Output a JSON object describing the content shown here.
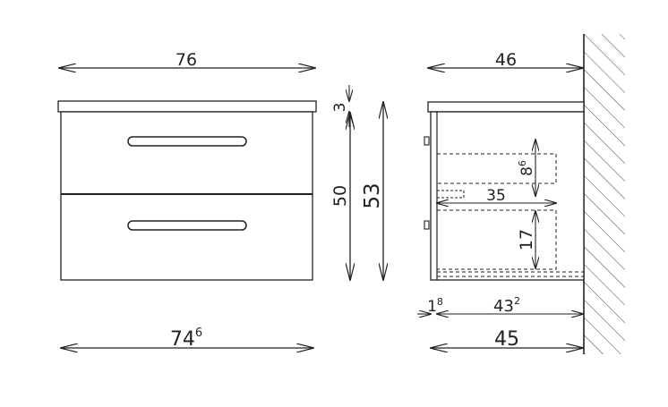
{
  "front_view": {
    "width_top": {
      "main": "76",
      "sup": ""
    },
    "width_bottom": {
      "main": "74",
      "sup": "6"
    },
    "height_total": {
      "main": "53",
      "sup": ""
    },
    "height_body": {
      "main": "50",
      "sup": ""
    },
    "top_thickness": {
      "main": "3",
      "sup": ""
    }
  },
  "side_view": {
    "depth_top": {
      "main": "46",
      "sup": ""
    },
    "depth_bottom": {
      "main": "45",
      "sup": ""
    },
    "front_thickness": {
      "main": "1",
      "sup": "8"
    },
    "inner_depth": {
      "main": "43",
      "sup": "2"
    },
    "drawer_depth": {
      "main": "35",
      "sup": ""
    },
    "upper_drawer_height": {
      "main": "8",
      "sup": "6"
    },
    "lower_drawer_height": {
      "main": "17",
      "sup": ""
    }
  }
}
